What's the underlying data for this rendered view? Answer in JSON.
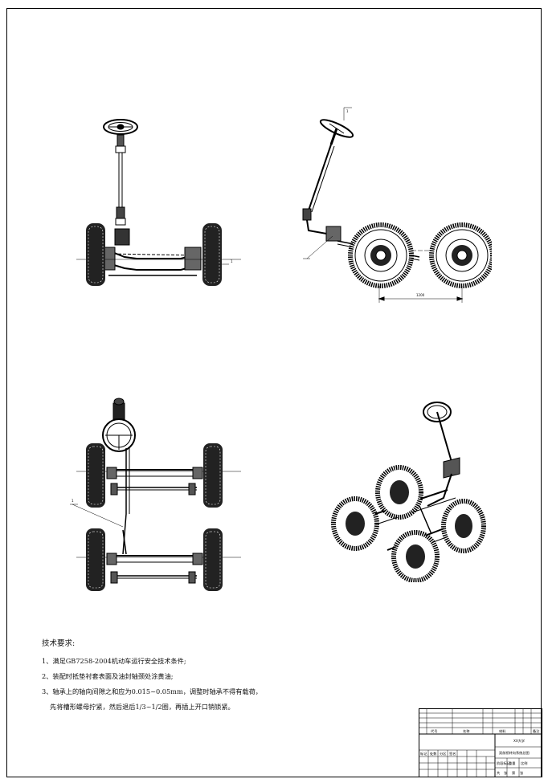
{
  "drawing": {
    "views": [
      "front-view",
      "side-view",
      "top-view",
      "isometric-view"
    ],
    "side_view": {
      "dimension": "1200",
      "balloon": "1"
    },
    "front_view": {
      "balloon": "1"
    },
    "top_view": {
      "balloon": "1"
    }
  },
  "technical_requirements": {
    "title": "技术要求:",
    "items": [
      "1、满足GB7258-2004机动车运行安全技术条件;",
      "2、装配时抵垫衬套表面及油封轴颈处涂黄油;",
      "3、轴承上的轴向间隙之和应为0.015~0.05mm，调整时轴承不得有载荷，",
      "先将槽形螺母拧紧，然后退后1/3~1/2圈，再插上开口销锁紧。"
    ]
  },
  "title_block": {
    "header_cells": [
      "代号",
      "名称",
      "材料",
      "备注"
    ],
    "school": "XX大学",
    "drawing_name": "双前桥转向系统总图",
    "marks": [
      "标记",
      "处数",
      "分区",
      "签名"
    ],
    "stage_labels": [
      "阶段标记",
      "重量",
      "比例"
    ],
    "sheet_labels": [
      "共",
      "张",
      "第",
      "张"
    ]
  },
  "colors": {
    "line": "#000000",
    "paper": "#ffffff"
  }
}
